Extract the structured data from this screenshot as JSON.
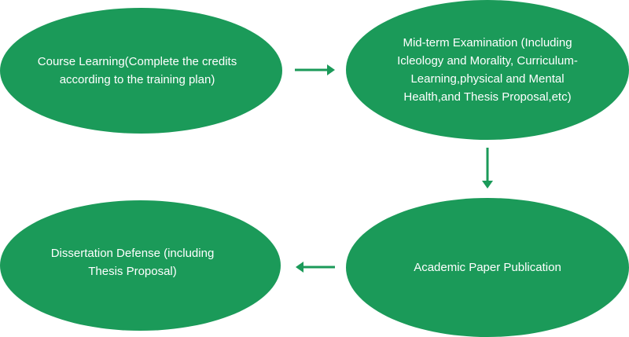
{
  "colors": {
    "node": "#1b9a59",
    "arrow": "#1b9a59",
    "text": "#ffffff"
  },
  "nodes": {
    "course": {
      "lines": [
        "Course Learning(Complete the credits",
        "according to the training plan)"
      ]
    },
    "midterm": {
      "lines": [
        "Mid-term  Examination (Including",
        "Icleology and Morality, Curriculum-",
        "Learning,physical and Mental",
        "Health,and Thesis Proposal,etc)"
      ]
    },
    "paper": {
      "lines": [
        "Academic Paper Publication"
      ]
    },
    "defense": {
      "lines": [
        "Dissertation Defense (including",
        "Thesis Proposal)"
      ]
    }
  }
}
